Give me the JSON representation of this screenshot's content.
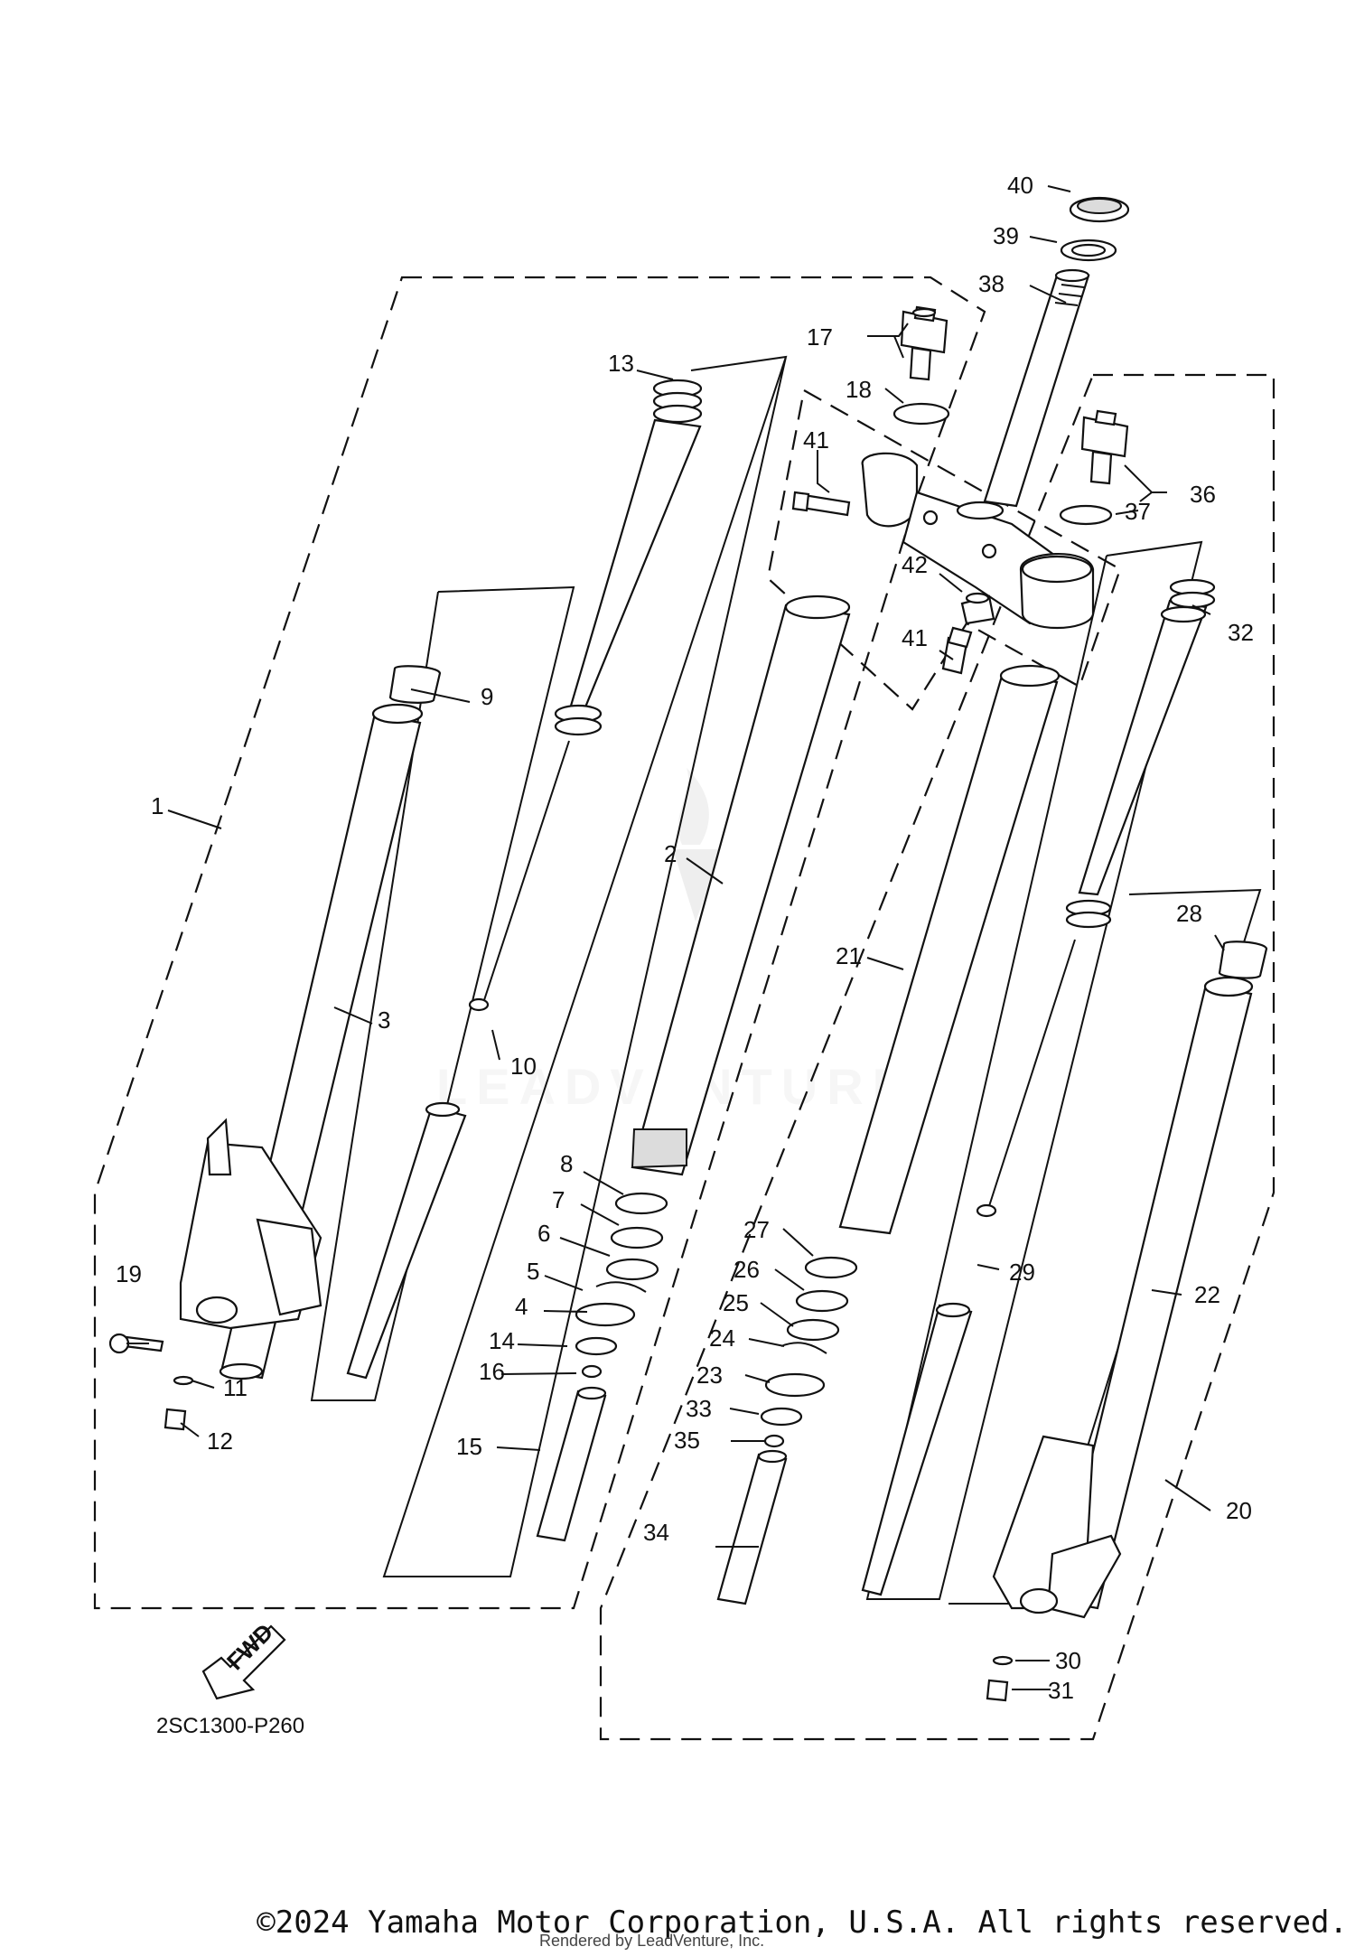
{
  "diagram": {
    "figure_code": "2SC1300-P260",
    "direction_label": "FWD",
    "watermark_text": "LEADVENTURE",
    "callouts": [
      "1",
      "2",
      "3",
      "4",
      "5",
      "6",
      "7",
      "8",
      "9",
      "10",
      "11",
      "12",
      "13",
      "14",
      "15",
      "16",
      "17",
      "18",
      "19",
      "20",
      "21",
      "22",
      "23",
      "24",
      "25",
      "26",
      "27",
      "28",
      "29",
      "30",
      "31",
      "32",
      "33",
      "34",
      "35",
      "36",
      "37",
      "38",
      "39",
      "40",
      "41",
      "41",
      "42"
    ]
  },
  "footer": {
    "copyright": "©2024 Yamaha Motor Corporation, U.S.A. All rights reserved.",
    "rendered_by": "Rendered by LeadVenture, Inc."
  }
}
